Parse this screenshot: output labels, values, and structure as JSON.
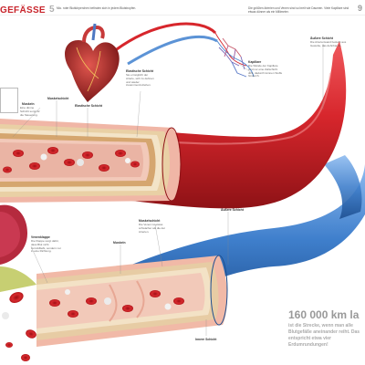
{
  "header": {
    "section_title": "GEFÄSSE",
    "fact5_number": "5",
    "fact5_text": "Mio. roter Blutkörperchen befinden sich in jedem Blutstropfen.",
    "fact6_text": "Die größten Arterien und Venen sind so breit wie Daumen. Viele Kapillare sind etwas dünner als ein Millimeter.",
    "page_number": "9"
  },
  "labels": {
    "aussere_schicht_top": "Äußere Schicht",
    "aussere_schicht_top_desc": "Die Arterienwand besteht aus Gewebe, das dehnbar ist.",
    "kapillare": "Kapillare",
    "kapillare_desc": "Die Wände der Kapillare sind nur eine Zellschicht dick, dadurch können Stoffe hindurch.",
    "elastische_schicht_desc_label": "Elastische Schicht",
    "elastische_schicht_desc": "Sie ermöglicht der Arterie, sich zu dehnen und wieder zusammenzuziehen.",
    "muskelschicht_top": "Muskelschicht",
    "elastische_schicht": "Elastische Schicht",
    "muskeln": "Muskeln",
    "muskeln_desc": "Eine dünne Schicht sorgt für die Steuerung.",
    "venenklappe": "Venenklappe",
    "venenklappe_desc": "Die Klappe sorgt dafür, dass Blut nicht zurückfließt, sondern nur in eine Richtung.",
    "muskelschicht_bottom": "Muskelschicht",
    "muskelschicht_bottom_desc": "Die Venen ist etwas schwächer als die der Arterien.",
    "muskeln_bottom": "Muskeln",
    "aussere_schicht_mid": "Äußere Schicht",
    "innere_schicht": "Innere Schicht"
  },
  "fact": {
    "headline": "160 000 km la",
    "text": "ist die Strecke, wenn man alle Blutgefäße aneinander reiht. Das entspricht etwa vier Erdumrundungen!"
  },
  "colors": {
    "artery": "#d7262c",
    "vein": "#3f7fcc",
    "accent": "#c8242b"
  }
}
